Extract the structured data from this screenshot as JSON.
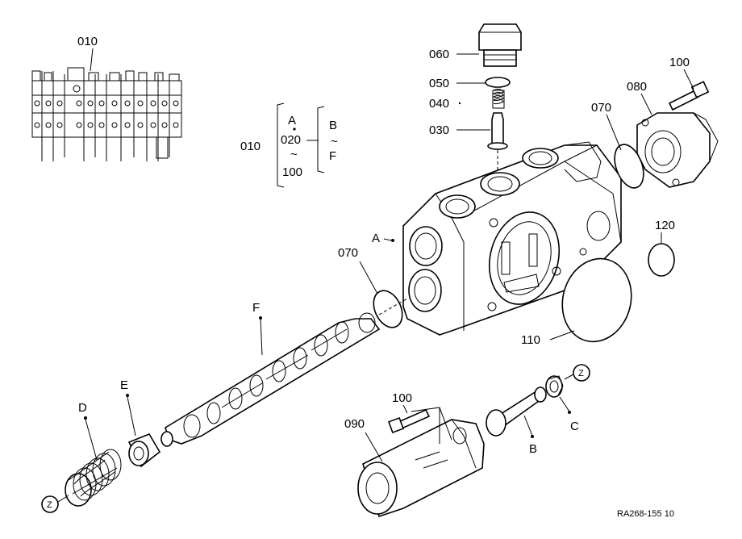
{
  "callouts": {
    "c010_top": "010",
    "c060": "060",
    "c050": "050",
    "c040": "040",
    "c030": "030",
    "c100_top": "100",
    "c080": "080",
    "c070_top": "070",
    "c120": "120",
    "c110": "110",
    "cA": "A",
    "c070_left": "070",
    "cF": "F",
    "cE": "E",
    "cD": "D",
    "c100_mid": "100",
    "c090": "090",
    "cB": "B",
    "cC": "C",
    "zTop": "Z",
    "zBottom": "Z"
  },
  "legend": {
    "ref": "010",
    "col1_top": "A",
    "col1_mid": "020",
    "col1_tilde": "~",
    "col1_bot": "100",
    "col2_top": "B",
    "col2_tilde": "~",
    "col2_bot": "F"
  },
  "drawing_number": "RA268-155 10"
}
